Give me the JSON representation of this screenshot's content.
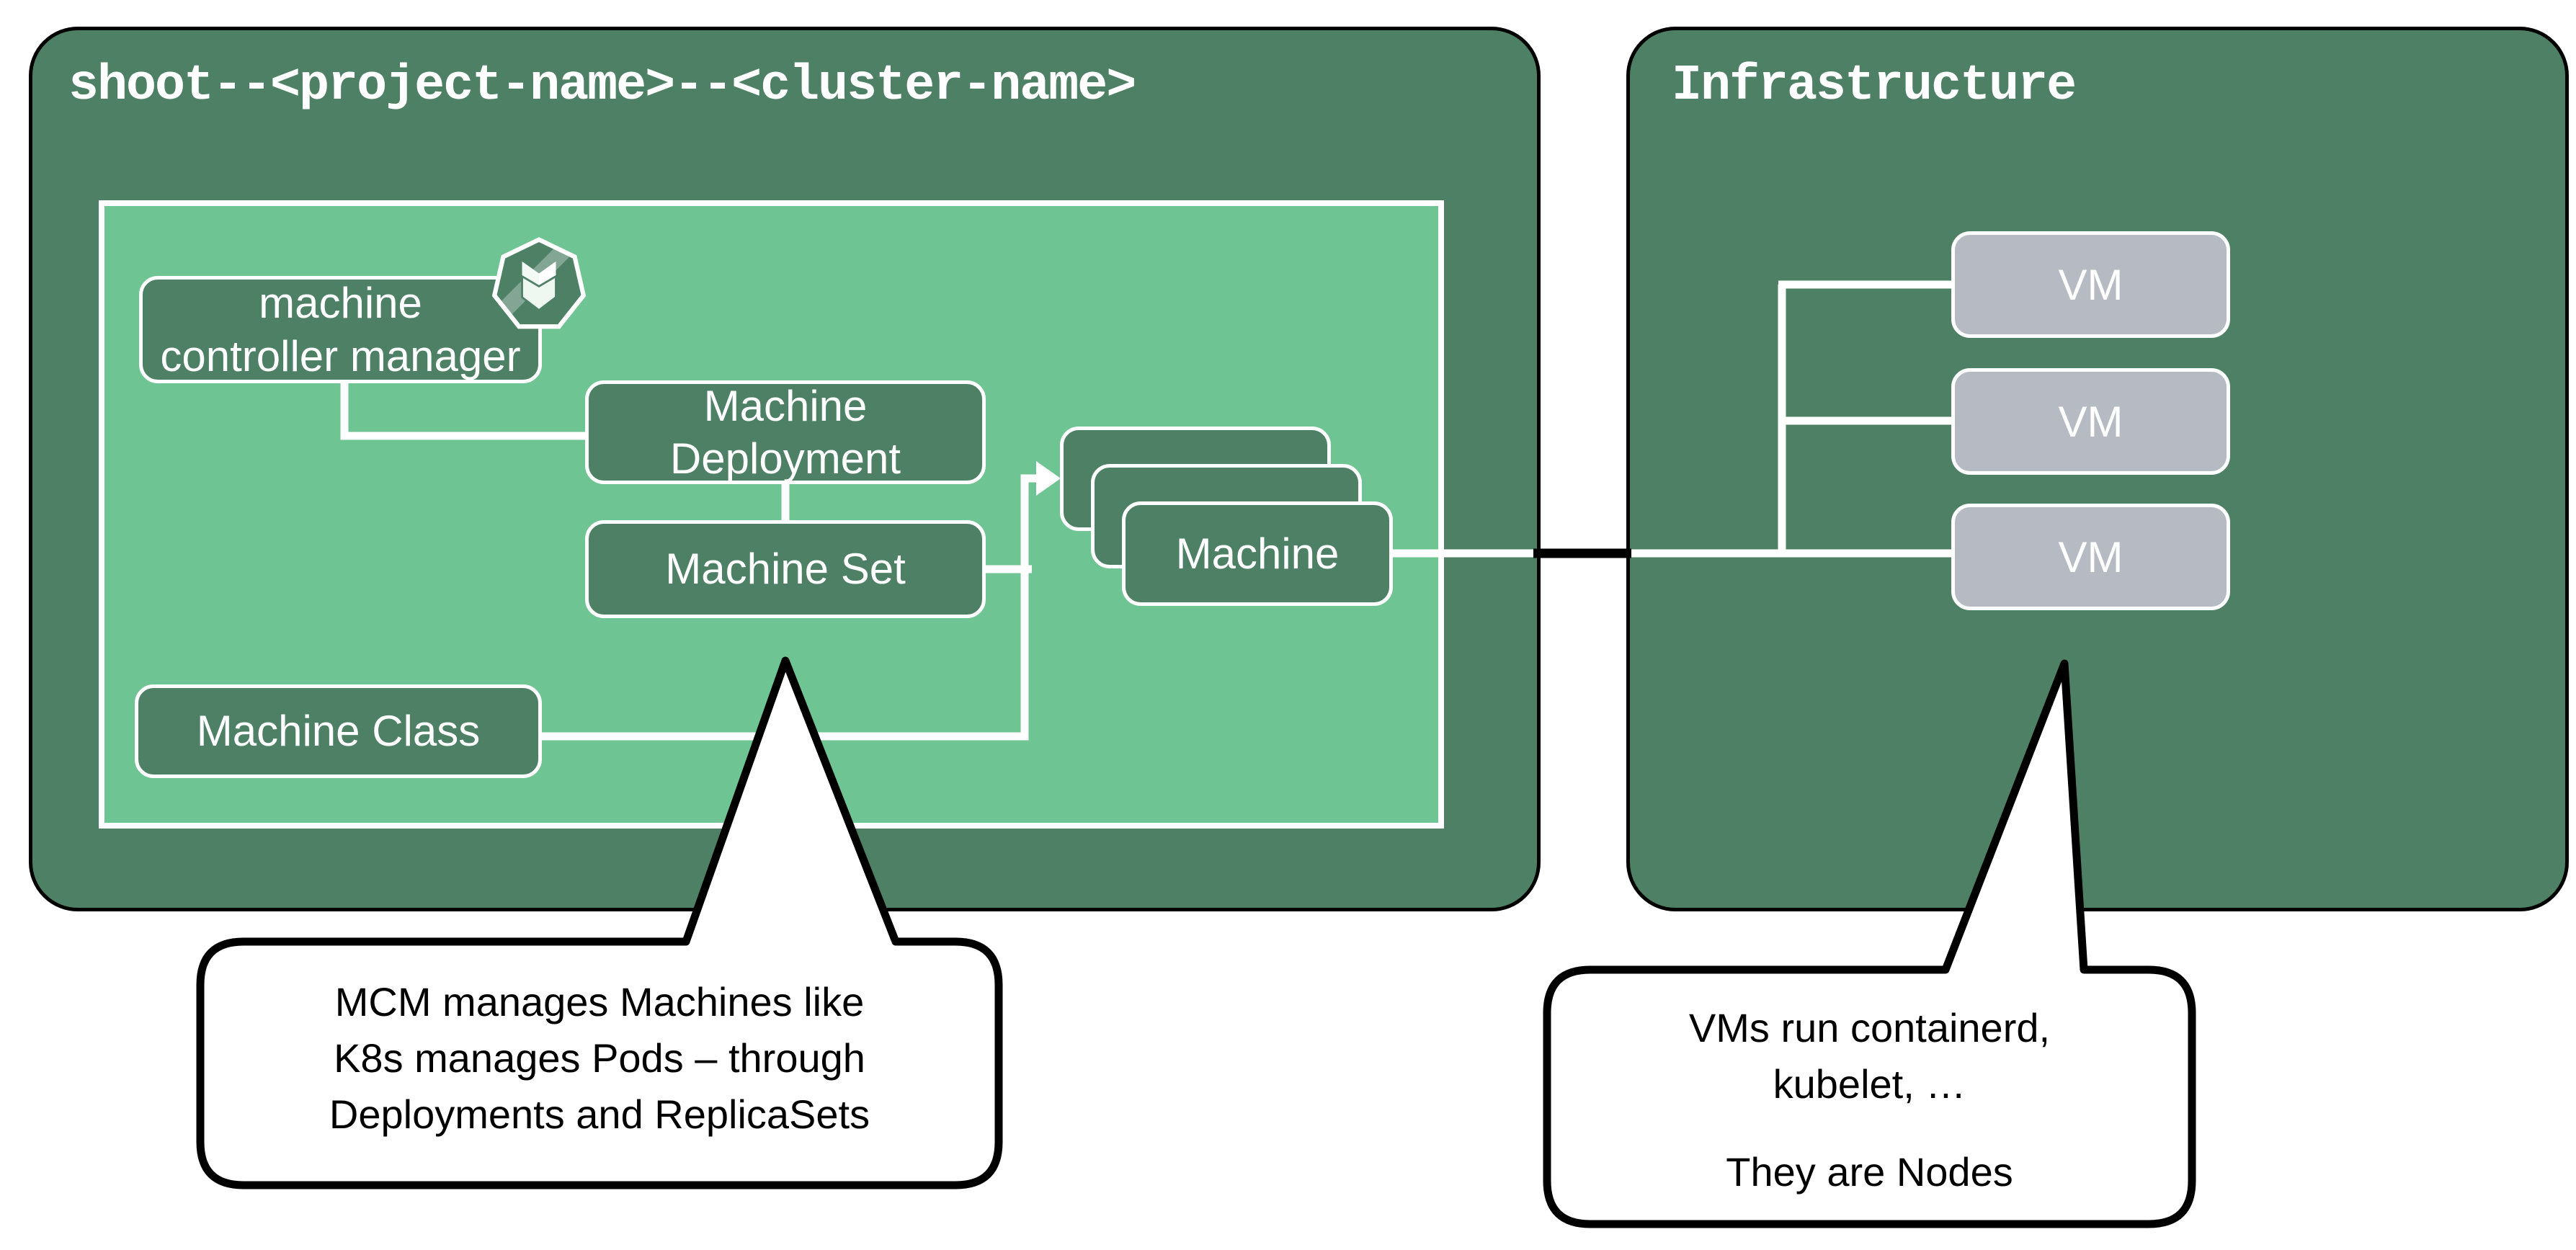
{
  "shoot": {
    "title": "shoot--<project-name>--<cluster-name>"
  },
  "infra": {
    "title": "Infrastructure"
  },
  "nodes": {
    "mcm": {
      "line1": "machine",
      "line2": "controller manager"
    },
    "machine_deployment": {
      "line1": "Machine",
      "line2": "Deployment"
    },
    "machine_set": {
      "label": "Machine Set"
    },
    "machine_class": {
      "label": "Machine Class"
    },
    "machine": {
      "label": "Machine"
    }
  },
  "vms": [
    "VM",
    "VM",
    "VM"
  ],
  "callouts": {
    "left": {
      "lines": [
        "MCM manages Machines like",
        "K8s manages Pods – through",
        "Deployments and ReplicaSets"
      ]
    },
    "right": {
      "lines": [
        "VMs run containerd,",
        "kubelet, …",
        "They are Nodes"
      ]
    }
  },
  "icon": {
    "name": "gardener-logo"
  },
  "colors": {
    "dark_green": "#4d8065",
    "light_green": "#6fc493",
    "vm_gray": "#b6bac2",
    "line_white": "#ffffff",
    "connector_black": "#000000",
    "callout_bg": "#ffffff",
    "callout_text": "#000000"
  }
}
